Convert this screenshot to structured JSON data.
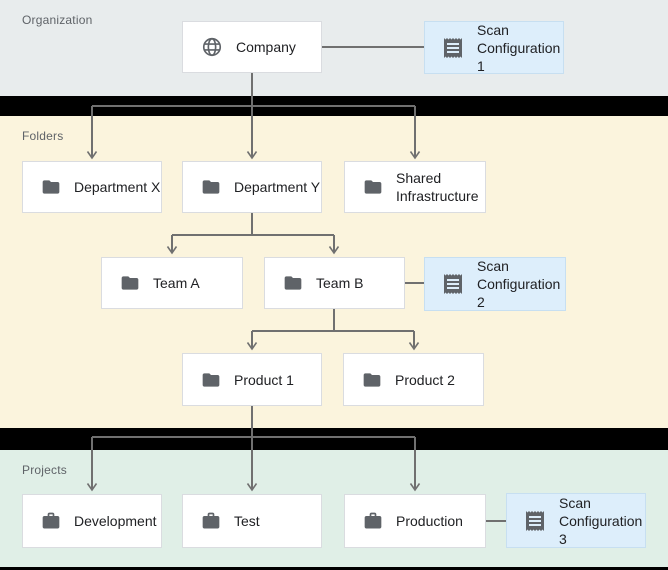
{
  "sections": {
    "organization": {
      "label": "Organization"
    },
    "folders": {
      "label": "Folders"
    },
    "projects": {
      "label": "Projects"
    }
  },
  "nodes": {
    "company": {
      "label": "Company",
      "icon": "globe"
    },
    "scan_configuration_1": {
      "label": "Scan\nConfiguration 1",
      "icon": "receipt"
    },
    "department_x": {
      "label": "Department X",
      "icon": "folder"
    },
    "department_y": {
      "label": "Department Y",
      "icon": "folder"
    },
    "shared_infrastructure": {
      "label": "Shared\nInfrastructure",
      "icon": "folder"
    },
    "team_a": {
      "label": "Team A",
      "icon": "folder"
    },
    "team_b": {
      "label": "Team B",
      "icon": "folder"
    },
    "scan_configuration_2": {
      "label": "Scan\nConfiguration 2",
      "icon": "receipt"
    },
    "product_1": {
      "label": "Product 1",
      "icon": "folder"
    },
    "product_2": {
      "label": "Product 2",
      "icon": "folder"
    },
    "development": {
      "label": "Development",
      "icon": "briefcase"
    },
    "test": {
      "label": "Test",
      "icon": "briefcase"
    },
    "production": {
      "label": "Production",
      "icon": "briefcase"
    },
    "scan_configuration_3": {
      "label": "Scan\nConfiguration 3",
      "icon": "receipt"
    }
  },
  "edges": [
    {
      "from": "company",
      "to": "department_x",
      "type": "arrow"
    },
    {
      "from": "company",
      "to": "department_y",
      "type": "arrow"
    },
    {
      "from": "company",
      "to": "shared_infrastructure",
      "type": "arrow"
    },
    {
      "from": "company",
      "to": "scan_configuration_1",
      "type": "link"
    },
    {
      "from": "department_y",
      "to": "team_a",
      "type": "arrow"
    },
    {
      "from": "department_y",
      "to": "team_b",
      "type": "arrow"
    },
    {
      "from": "team_b",
      "to": "scan_configuration_2",
      "type": "link"
    },
    {
      "from": "team_b",
      "to": "product_1",
      "type": "arrow"
    },
    {
      "from": "team_b",
      "to": "product_2",
      "type": "arrow"
    },
    {
      "from": "product_1",
      "to": "development",
      "type": "arrow"
    },
    {
      "from": "product_1",
      "to": "test",
      "type": "arrow"
    },
    {
      "from": "product_1",
      "to": "production",
      "type": "arrow"
    },
    {
      "from": "production",
      "to": "scan_configuration_3",
      "type": "link"
    }
  ],
  "colors": {
    "organization_bg": "#e8eced",
    "folders_bg": "#fbf4dd",
    "projects_bg": "#e0efe7",
    "separator_bar": "#000000",
    "node_bg": "#ffffff",
    "node_border": "#dadce0",
    "scan_config_bg": "#ddeefb",
    "scan_config_border": "#c7dff1",
    "icon_color": "#5f6368",
    "connector_color": "#707070",
    "section_label_color": "#5f6368",
    "node_text_color": "#202124"
  }
}
